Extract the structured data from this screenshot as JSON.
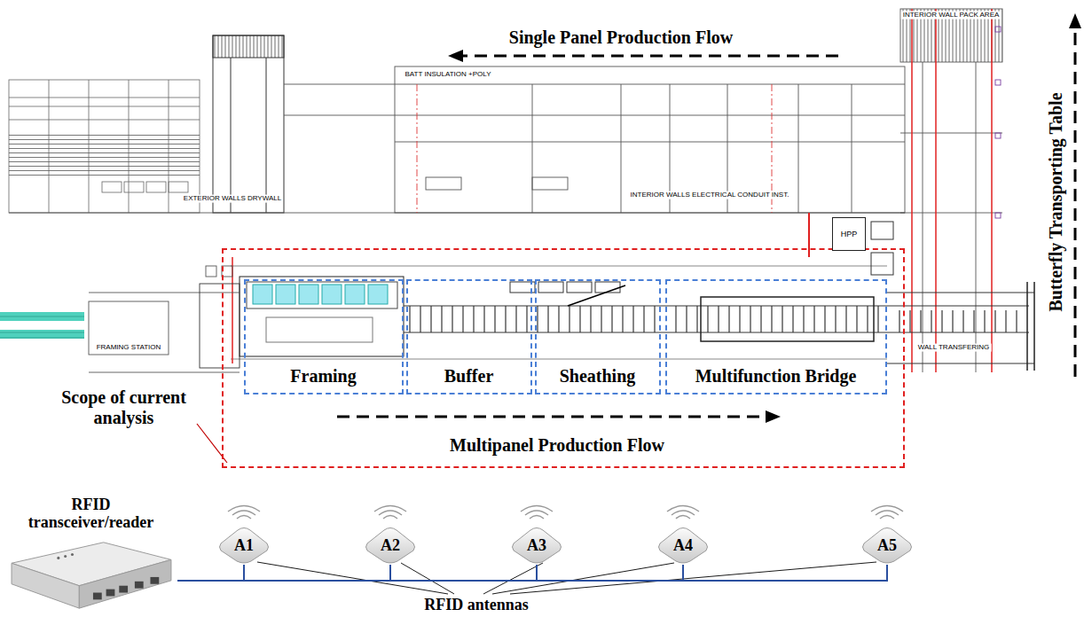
{
  "diagram": {
    "nodes": [
      {
        "text": [
          "Scope of current analysis"
        ]
      },
      {
        "text": [
          "Framing"
        ],
        "in": 0
      },
      {
        "text": [
          "Buffer"
        ],
        "in": 0
      },
      {
        "text": [
          "Sheathing"
        ],
        "in": 0
      },
      {
        "text": [
          "Multifunction Bridge"
        ],
        "in": 0
      },
      {
        "text": [
          "HPP"
        ]
      },
      {
        "text": [
          "RFID transceiver/reader"
        ]
      },
      {
        "text": [
          "A1"
        ]
      },
      {
        "text": [
          "A2"
        ]
      },
      {
        "text": [
          "A3"
        ]
      },
      {
        "text": [
          "A4"
        ]
      },
      {
        "text": [
          "A5"
        ]
      }
    ],
    "edges": [
      {
        "from": 6,
        "to": 7,
        "arrow": "none"
      },
      {
        "from": 6,
        "to": 8,
        "arrow": "none"
      },
      {
        "from": 6,
        "to": 9,
        "arrow": "none"
      },
      {
        "from": 6,
        "to": 10,
        "arrow": "none"
      },
      {
        "from": 6,
        "to": 11,
        "arrow": "none"
      }
    ],
    "labels": [
      "Single Panel Production Flow",
      "BATT INSULATION +POLY",
      "INTERIOR WALL PACK AREA",
      "EXTERIOR WALLS DRYWALL",
      "INTERIOR WALLS ELECTRICAL CONDUIT INST.",
      "FRAMING STATION",
      "WALL TRANSFERING",
      "Multipanel Production Flow",
      "Butterfly Transporting Table",
      "RFID antennas"
    ]
  }
}
